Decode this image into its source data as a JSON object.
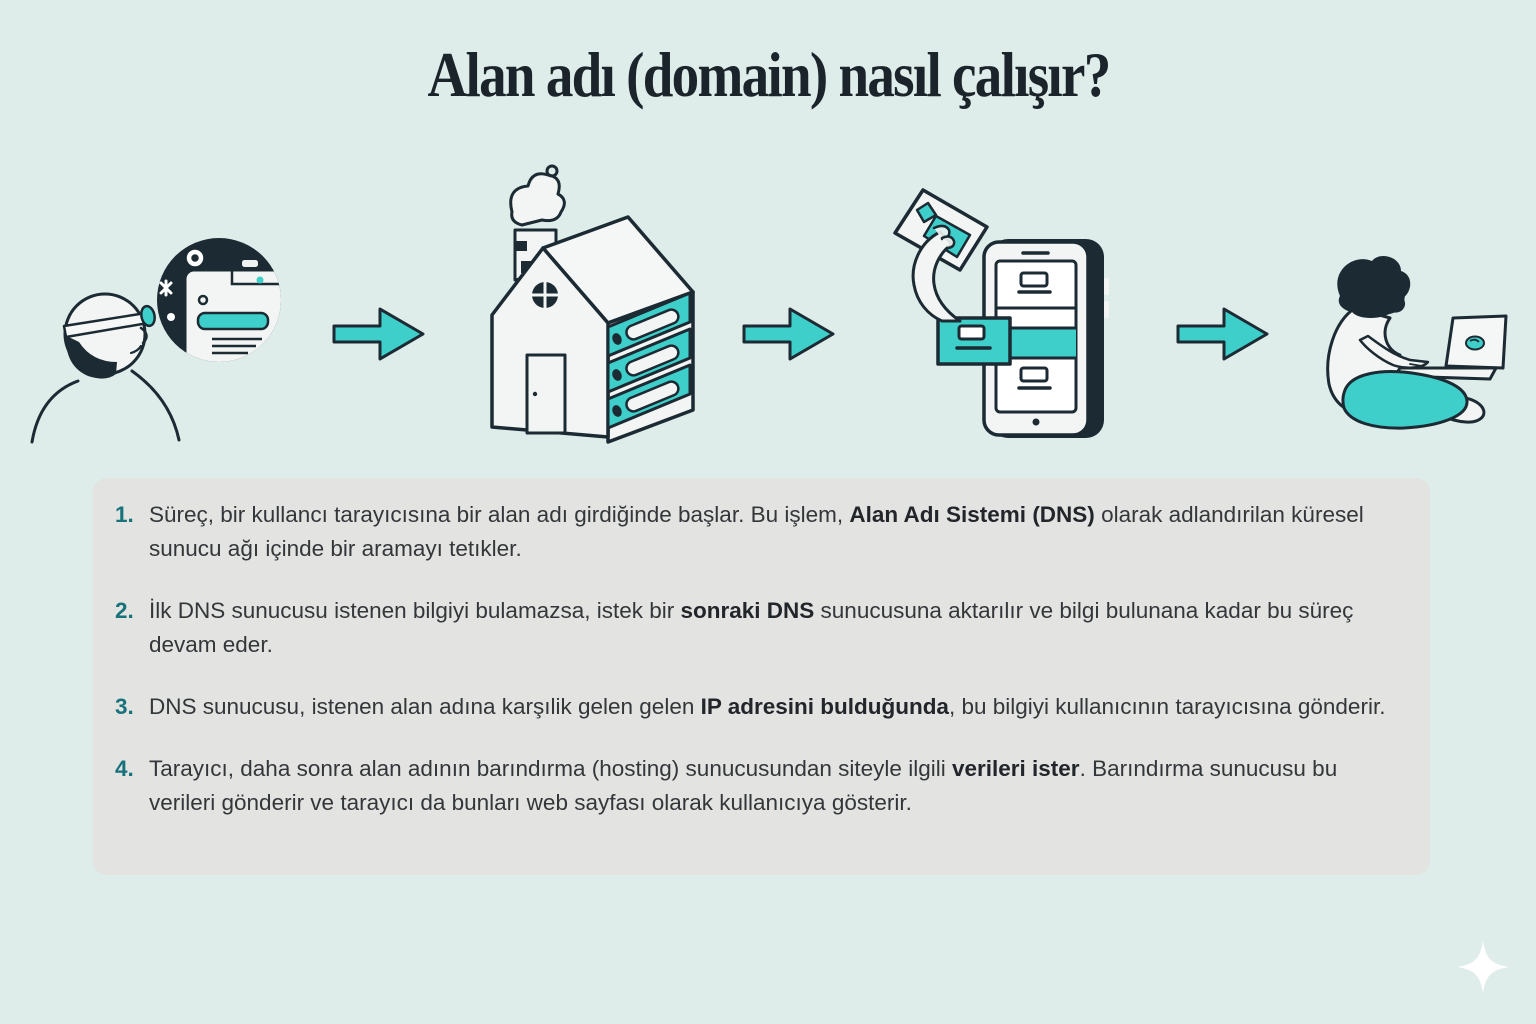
{
  "page": {
    "title": "Alan adı (domain) nasıl çalışır?",
    "background_color": "#deecea",
    "accent_color": "#3fcfcb",
    "outline_color": "#1c2a33",
    "panel_color": "#e3e3e1",
    "step_number_color": "#17727c",
    "body_text_color": "#33373a"
  },
  "flow": {
    "icons": [
      {
        "name": "user-headlamp-browser-icon"
      },
      {
        "name": "arrow-right-icon"
      },
      {
        "name": "house-server-icon"
      },
      {
        "name": "arrow-right-icon"
      },
      {
        "name": "phone-file-drawer-icon"
      },
      {
        "name": "arrow-right-icon"
      },
      {
        "name": "person-laptop-icon"
      }
    ]
  },
  "steps": [
    {
      "number": "1.",
      "segments": [
        {
          "text": "Süreç, bir kullancı tarayıcısına bir alan adı girdiğinde başlar. Bu işlem, ",
          "bold": false
        },
        {
          "text": "Alan Adı Sistemi (DNS)",
          "bold": true
        },
        {
          "text": " olarak adlandırilan küresel sunucu ağı içinde bir aramayı tetıkler.",
          "bold": false
        }
      ]
    },
    {
      "number": "2.",
      "segments": [
        {
          "text": "İlk DNS sunucusu istenen bilgiyi bulamazsa, istek bir ",
          "bold": false
        },
        {
          "text": "sonraki DNS",
          "bold": true
        },
        {
          "text": " sunucusuna aktarılır ve bilgi bulunana kadar bu süreç devam eder.",
          "bold": false
        }
      ]
    },
    {
      "number": "3.",
      "segments": [
        {
          "text": "DNS sunucusu, istenen alan adına karşılik gelen gelen ",
          "bold": false
        },
        {
          "text": "IP adresini bulduğunda",
          "bold": true
        },
        {
          "text": ", bu bilgiyi kullanıcının tarayıcısına gönderir.",
          "bold": false
        }
      ]
    },
    {
      "number": "4.",
      "segments": [
        {
          "text": "Tarayıcı, daha sonra alan adının barındırma (hosting) sunucusundan siteyle ilgili ",
          "bold": false
        },
        {
          "text": "verileri ister",
          "bold": true
        },
        {
          "text": ". Barındırma sunucusu bu verileri gönderir ve tarayıcı da bunları web sayfası olarak kullanıcıya gösterir.",
          "bold": false
        }
      ]
    }
  ],
  "footer": {
    "sparkle_glyph": "✦"
  }
}
